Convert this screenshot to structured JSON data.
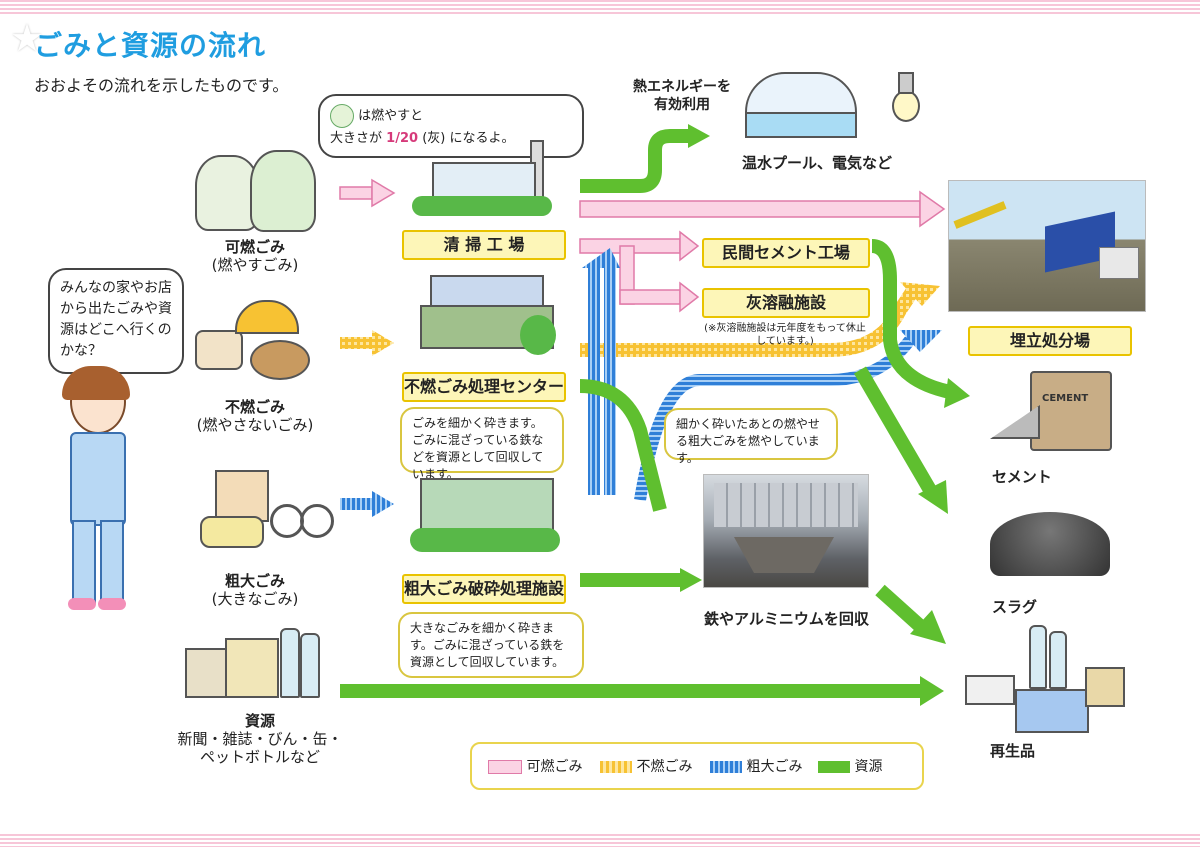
{
  "header": {
    "title": "ごみと資源の流れ",
    "subtitle": "おおよその流れを示したものです。"
  },
  "speech": {
    "girl": "みんなの家やお店から出たごみや資源はどこへ行くのかな？",
    "burn_prefix": "は燃やすと",
    "burn_size": "大きさが",
    "burn_fraction_num": "1",
    "burn_fraction_den": "20",
    "burn_ash": "(灰)",
    "burn_suffix": "になるよ。"
  },
  "categories": [
    {
      "label": "可燃ごみ",
      "sub": "(燃やすごみ)"
    },
    {
      "label": "不燃ごみ",
      "sub": "(燃やさないごみ)"
    },
    {
      "label": "粗大ごみ",
      "sub": "(大きなごみ)"
    },
    {
      "label": "資源",
      "sub": "新聞・雑誌・びん・缶・",
      "sub2": "ペットボトルなど"
    }
  ],
  "facilities": {
    "seiso": "清 掃 工 場",
    "funen": "不燃ごみ処理センター",
    "sodai": "粗大ごみ破砕処理施設",
    "cement_factory": "民間セメント工場",
    "ash_melt": "灰溶融施設",
    "ash_note": "(※灰溶融施設は元年度をもって休止しています。)",
    "landfill": "埋立処分場"
  },
  "notes": {
    "funen_note": "ごみを細かく砕きます。ごみに混ざっている鉄などを資源として回収しています。",
    "sodai_note": "大きなごみを細かく砕きます。ごみに混ざっている鉄を資源として回収しています。",
    "crush_note": "細かく砕いたあとの燃やせる粗大ごみを燃やしています。"
  },
  "outputs": {
    "heat_label": "熱エネルギーを",
    "heat_label2": "有効利用",
    "pool": "温水プール、電気など",
    "metal": "鉄やアルミニウムを回収",
    "cement": "セメント",
    "cement_bag": "CEMENT",
    "slag": "スラグ",
    "recycle": "再生品"
  },
  "legend": [
    {
      "label": "可燃ごみ",
      "color": "#f4a6c8",
      "pattern": "solid"
    },
    {
      "label": "不燃ごみ",
      "color": "#f7c233",
      "pattern": "dots"
    },
    {
      "label": "粗大ごみ",
      "color": "#2f7fd8",
      "pattern": "stripe"
    },
    {
      "label": "資源",
      "color": "#5fbf2f",
      "pattern": "solid"
    }
  ],
  "colors": {
    "kanen": "#f4a6c8",
    "funen": "#f7c233",
    "sodai": "#2f7fd8",
    "shigen": "#5fbf2f",
    "title": "#1f9de0"
  }
}
